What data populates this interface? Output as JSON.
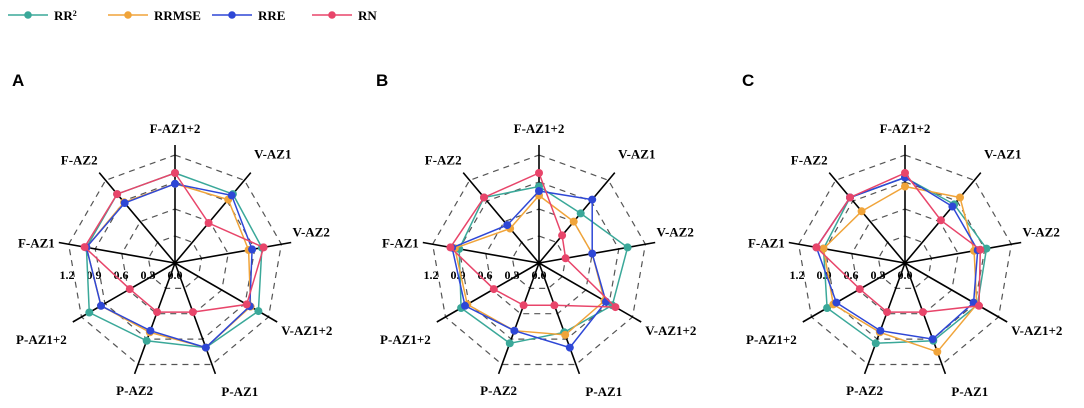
{
  "legend": [
    {
      "name": "RR",
      "sup": "2",
      "color": "#3aa899"
    },
    {
      "name": "RRMSE",
      "sup": "",
      "color": "#f0a43a"
    },
    {
      "name": "RRE",
      "sup": "",
      "color": "#2e47d6"
    },
    {
      "name": "RN",
      "sup": "",
      "color": "#e8456a"
    }
  ],
  "chart_data": [
    {
      "type": "radar",
      "panel": "A",
      "axes": [
        "F-AZ1+2",
        "V-AZ1",
        "V-AZ2",
        "V-AZ1+2",
        "P-AZ1",
        "P-AZ2",
        "P-AZ1+2",
        "F-AZ1",
        "F-AZ2"
      ],
      "rticks": [
        "0.0",
        "0.3",
        "0.6",
        "0.9",
        "1.2"
      ],
      "rlim": [
        0,
        1.2
      ],
      "grid": "dashed",
      "series": [
        {
          "name": "RR²",
          "values": [
            1.0,
            1.0,
            0.98,
            1.07,
            1.0,
            0.92,
            1.1,
            1.0,
            1.0
          ]
        },
        {
          "name": "RRMSE",
          "values": [
            0.88,
            0.92,
            0.83,
            0.97,
            1.0,
            0.82,
            0.95,
            1.0,
            0.88
          ]
        },
        {
          "name": "RRE",
          "values": [
            0.88,
            0.98,
            0.87,
            0.96,
            1.0,
            0.8,
            0.95,
            1.0,
            0.87
          ]
        },
        {
          "name": "RN",
          "values": [
            1.0,
            0.58,
            1.0,
            0.92,
            0.58,
            0.58,
            0.58,
            1.02,
            1.0
          ]
        }
      ]
    },
    {
      "type": "radar",
      "panel": "B",
      "axes": [
        "F-AZ1+2",
        "V-AZ1",
        "V-AZ2",
        "V-AZ1+2",
        "P-AZ1",
        "P-AZ2",
        "P-AZ1+2",
        "F-AZ1",
        "F-AZ2"
      ],
      "rticks": [
        "0.0",
        "0.3",
        "0.6",
        "0.9",
        "1.2"
      ],
      "rlim": [
        0,
        1.2
      ],
      "grid": "dashed",
      "series": [
        {
          "name": "RR²",
          "values": [
            0.85,
            0.72,
            1.0,
            0.94,
            0.82,
            0.95,
            1.0,
            0.9,
            0.95
          ]
        },
        {
          "name": "RRMSE",
          "values": [
            0.75,
            0.6,
            0.6,
            0.84,
            0.85,
            0.8,
            0.92,
            0.95,
            0.5
          ]
        },
        {
          "name": "RRE",
          "values": [
            0.8,
            0.92,
            0.6,
            0.86,
            1.0,
            0.8,
            0.95,
            0.98,
            0.55
          ]
        },
        {
          "name": "RN",
          "values": [
            1.0,
            0.4,
            0.3,
            0.98,
            0.5,
            0.5,
            0.58,
            1.0,
            0.95
          ]
        }
      ]
    },
    {
      "type": "radar",
      "panel": "C",
      "axes": [
        "F-AZ1+2",
        "V-AZ1",
        "V-AZ2",
        "V-AZ1+2",
        "P-AZ1",
        "P-AZ2",
        "P-AZ1+2",
        "F-AZ1",
        "F-AZ2"
      ],
      "rticks": [
        "0.0",
        "0.3",
        "0.6",
        "0.9",
        "1.2"
      ],
      "rlim": [
        0,
        1.2
      ],
      "grid": "dashed",
      "series": [
        {
          "name": "RR²",
          "values": [
            0.95,
            0.85,
            0.92,
            0.93,
            0.92,
            0.95,
            1.0,
            0.92,
            0.95
          ]
        },
        {
          "name": "RRMSE",
          "values": [
            0.85,
            0.95,
            0.78,
            0.92,
            1.05,
            0.82,
            0.92,
            0.92,
            0.75
          ]
        },
        {
          "name": "RRE",
          "values": [
            0.95,
            0.82,
            0.82,
            0.88,
            0.9,
            0.8,
            0.88,
            1.0,
            0.95
          ]
        },
        {
          "name": "RN",
          "values": [
            1.0,
            0.62,
            0.85,
            0.95,
            0.58,
            0.58,
            0.58,
            1.0,
            0.95
          ]
        }
      ]
    }
  ]
}
